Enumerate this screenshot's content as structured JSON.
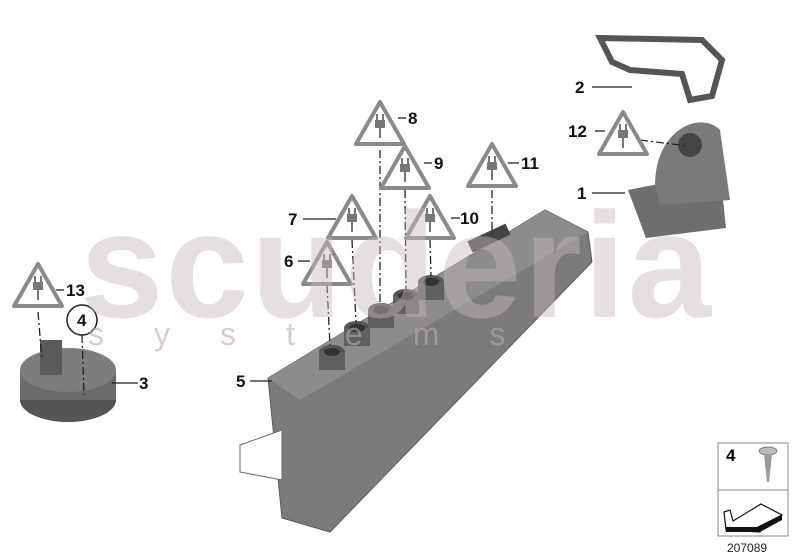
{
  "watermark": {
    "line1": "scuderia",
    "line2": "systems"
  },
  "callouts": [
    {
      "id": "1",
      "label": "1"
    },
    {
      "id": "2",
      "label": "2"
    },
    {
      "id": "3",
      "label": "3"
    },
    {
      "id": "4",
      "label": "4"
    },
    {
      "id": "5",
      "label": "5"
    },
    {
      "id": "6",
      "label": "6"
    },
    {
      "id": "7",
      "label": "7"
    },
    {
      "id": "8",
      "label": "8"
    },
    {
      "id": "9",
      "label": "9"
    },
    {
      "id": "10",
      "label": "10"
    },
    {
      "id": "11",
      "label": "11"
    },
    {
      "id": "12",
      "label": "12"
    },
    {
      "id": "13",
      "label": "13"
    }
  ],
  "legend": {
    "part_number": "4",
    "icon": "screw-icon",
    "arrow_icon": "direction-arrow-icon"
  },
  "diagram_ref": "207089",
  "colors": {
    "part_gray": "#7b7b7b",
    "dark_gray": "#555555",
    "triangle_stroke": "#888888"
  }
}
